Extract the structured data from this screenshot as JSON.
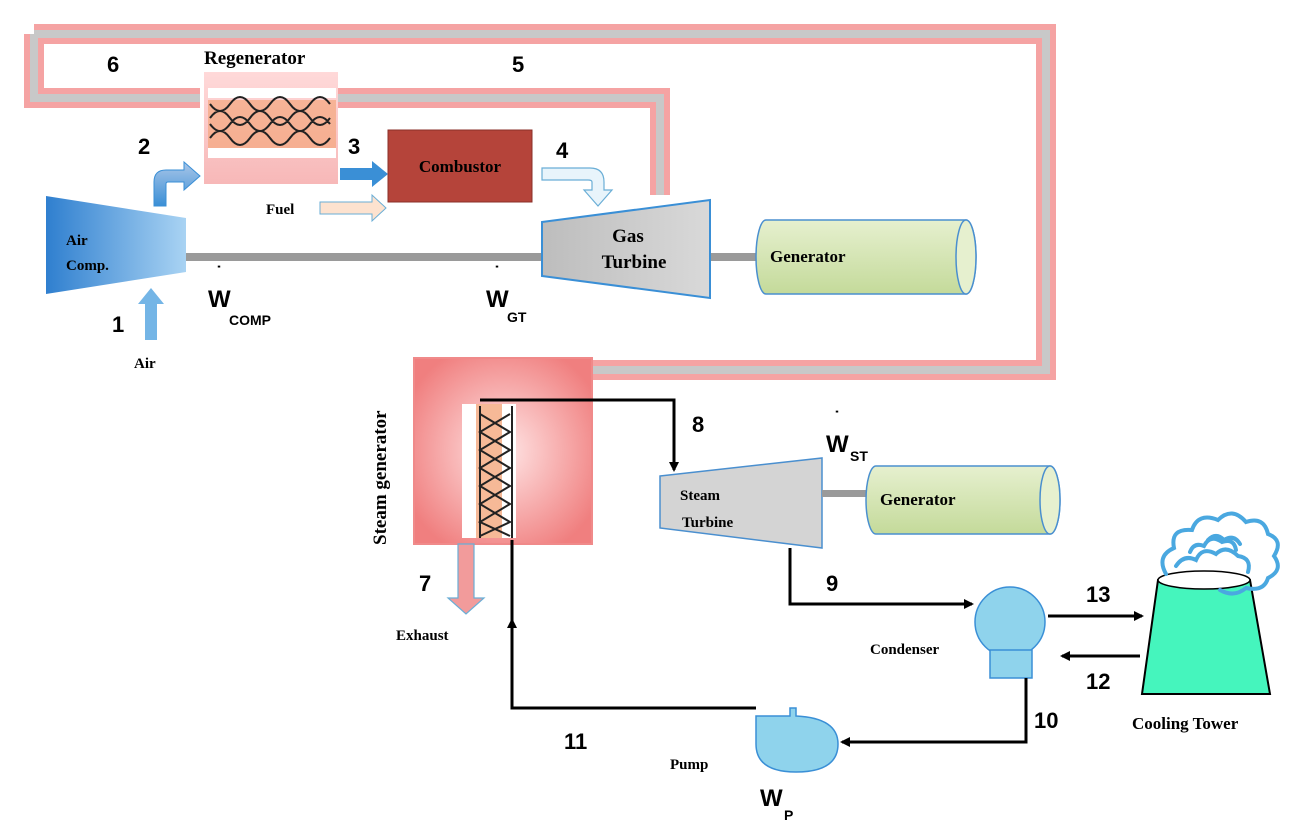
{
  "components": {
    "regenerator": "Regenerator",
    "combustor": "Combustor",
    "fuel": "Fuel",
    "air_comp_line1": "Air",
    "air_comp_line2": "Comp.",
    "air": "Air",
    "gas_turbine_line1": "Gas",
    "gas_turbine_line2": "Turbine",
    "generator_top": "Generator",
    "steam_generator": "Steam generator",
    "steam_turbine_line1": "Steam",
    "steam_turbine_line2": "Turbine",
    "generator_bottom": "Generator",
    "exhaust": "Exhaust",
    "condenser": "Condenser",
    "cooling_tower": "Cooling Tower",
    "pump": "Pump"
  },
  "work": {
    "comp": {
      "symbol": "W",
      "sub": "COMP"
    },
    "gt": {
      "symbol": "W",
      "sub": "GT"
    },
    "st": {
      "symbol": "W",
      "sub": "ST"
    },
    "p": {
      "symbol": "W",
      "sub": "P"
    }
  },
  "states": [
    "1",
    "2",
    "3",
    "4",
    "5",
    "6",
    "7",
    "8",
    "9",
    "10",
    "11",
    "12",
    "13"
  ],
  "colors": {
    "hot_gas_pipe": "#f5a3a3",
    "pipe_core": "#c8c8c8",
    "compressor": "#3a8fd6",
    "combustor": "#b5443a",
    "turbine": "#c8c8c8",
    "generator": "#d6e6b4",
    "steam_gen": "#f28b8b",
    "condenser": "#8fd3ec",
    "cooling_tower": "#45f5bd",
    "steam_cloud": "#4aa8e0"
  }
}
